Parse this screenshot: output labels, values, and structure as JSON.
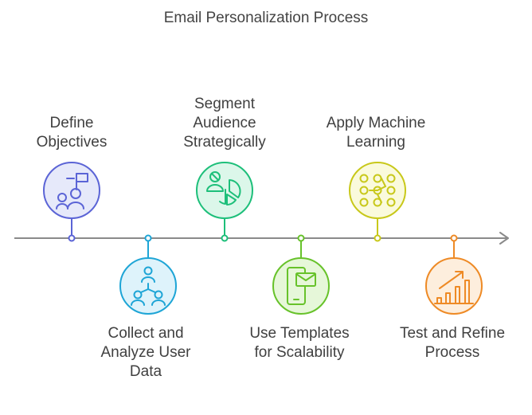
{
  "title": "Email Personalization Process",
  "steps": [
    {
      "label_lines": [
        "Define",
        "Objectives"
      ],
      "color": "#5b64d6",
      "fill": "#e6e9fa",
      "icon": "goal-flag-icon"
    },
    {
      "label_lines": [
        "Collect and",
        "Analyze User",
        "Data"
      ],
      "color": "#1ea5d6",
      "fill": "#def3fb",
      "icon": "user-network-icon"
    },
    {
      "label_lines": [
        "Segment",
        "Audience",
        "Strategically"
      ],
      "color": "#1dbf7a",
      "fill": "#dcf7ea",
      "icon": "pie-segment-icon"
    },
    {
      "label_lines": [
        "Use Templates",
        "for Scalability"
      ],
      "color": "#67c22a",
      "fill": "#e6f7d9",
      "icon": "mobile-email-icon"
    },
    {
      "label_lines": [
        "Apply Machine",
        "Learning"
      ],
      "color": "#c8c81a",
      "fill": "#fafadc",
      "icon": "neural-network-icon"
    },
    {
      "label_lines": [
        "Test and Refine",
        "Process"
      ],
      "color": "#ee8a25",
      "fill": "#fdeedd",
      "icon": "growth-chart-icon"
    }
  ],
  "axis_color": "#8a8a8a"
}
